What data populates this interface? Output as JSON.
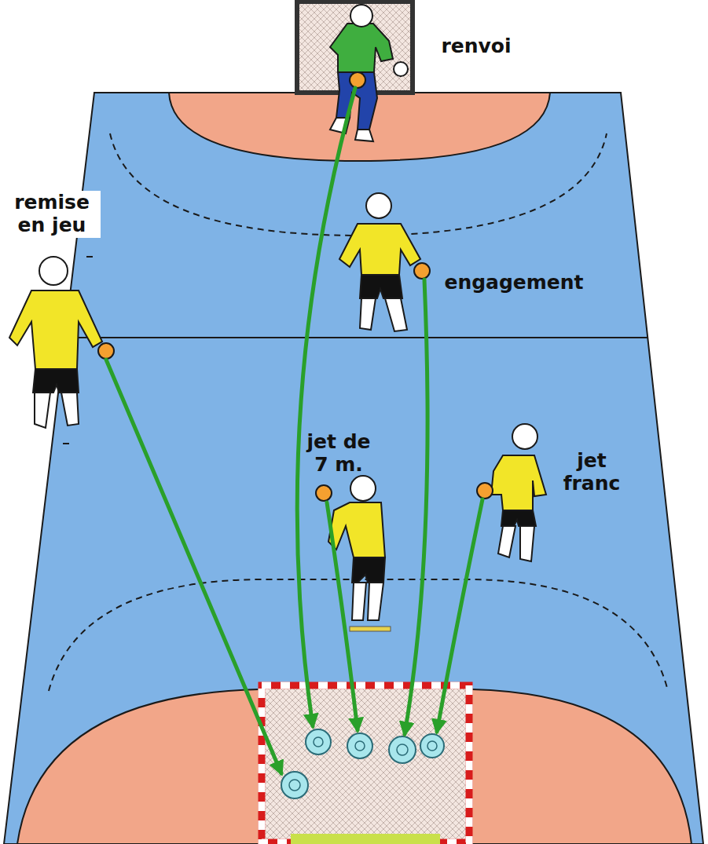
{
  "diagram": {
    "labels": [
      "renvoi",
      "remise en jeu",
      "engagement",
      "jet de 7 m.",
      "jet franc"
    ]
  }
}
